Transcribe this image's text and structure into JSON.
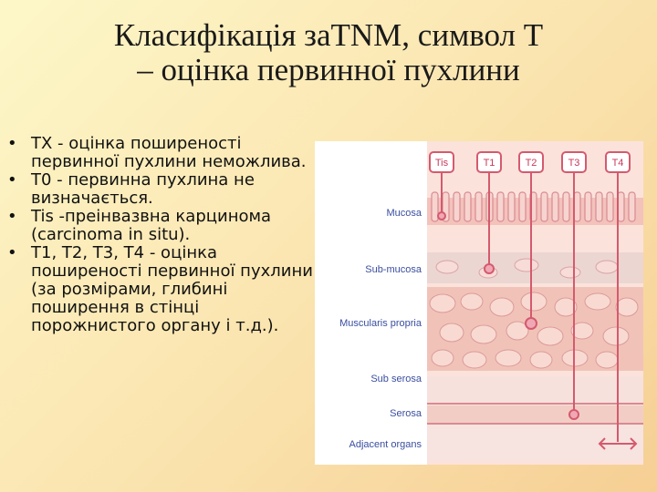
{
  "slide": {
    "title_line1": "Класифікація заTNM,  символ T",
    "title_line2": "– оцінка первинної пухлини"
  },
  "bullets": [
    {
      "marker": "•",
      "text": "TX - оцінка поширеності первинної пухлини неможлива."
    },
    {
      "marker": "•",
      "text": "T0 - первинна пухлина не визначається."
    },
    {
      "marker": "•",
      "text": "Tis -преінвазвна карцинома (carcinoma in situ)."
    },
    {
      "marker": "•",
      "text": "T1, T2, T3, T4 - оцінка поширеності первинної пухлини (за розмірами, глибині поширення в стінці порожнистого органу і т.д.)."
    }
  ],
  "figure": {
    "stages": [
      "Tis",
      "T1",
      "T2",
      "T3",
      "T4"
    ],
    "layers": [
      "Mucosa",
      "Sub-mucosa",
      "Muscularis propria",
      "Sub serosa",
      "Serosa",
      "Adjacent organs"
    ],
    "colors": {
      "tissue": "#f5c8c0",
      "line": "#d45a6e",
      "label_blue": "#3a4ea0",
      "label_red": "#c83a5a"
    }
  }
}
